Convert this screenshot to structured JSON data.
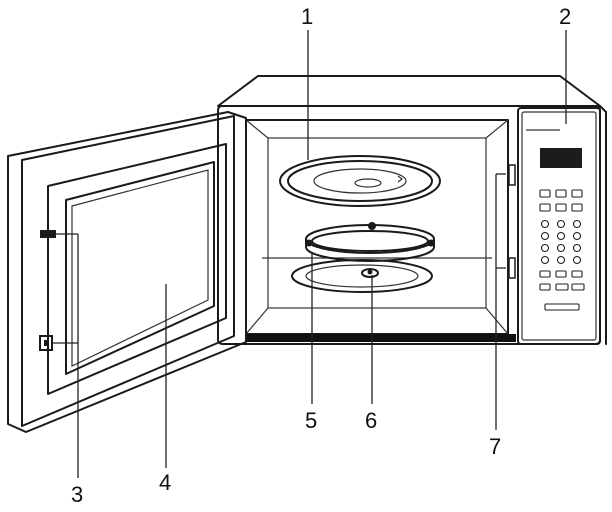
{
  "diagram": {
    "callouts": [
      {
        "id": "c1",
        "text": "1"
      },
      {
        "id": "c2",
        "text": "2"
      },
      {
        "id": "c3",
        "text": "3"
      },
      {
        "id": "c4",
        "text": "4"
      },
      {
        "id": "c5",
        "text": "5"
      },
      {
        "id": "c6",
        "text": "6"
      },
      {
        "id": "c7",
        "text": "7"
      }
    ],
    "colors": {
      "line": "#1a1a1a",
      "background": "#ffffff",
      "display": "#1c1c1c",
      "base_strip": "#111111"
    },
    "icons": [
      "microwave-oven-drawing"
    ]
  }
}
